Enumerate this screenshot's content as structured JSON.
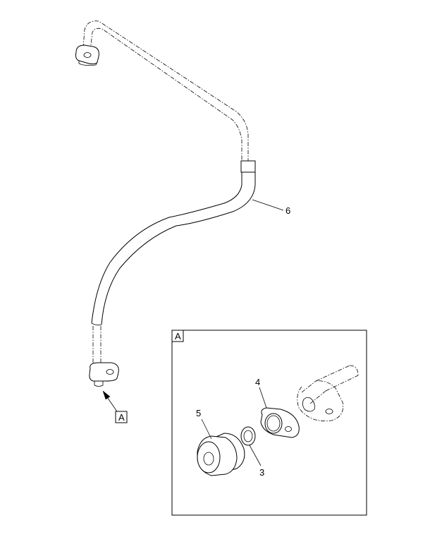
{
  "callouts": {
    "item_3": "3",
    "item_4": "4",
    "item_5": "5",
    "item_6": "6",
    "view_ref": "A",
    "inset_label": "A"
  }
}
